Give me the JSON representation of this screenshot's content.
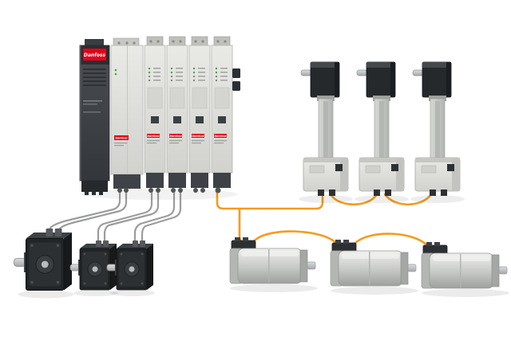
{
  "brand": {
    "name": "Danfoss",
    "logo_bg": "#E2001A",
    "logo_fg": "#FFFFFF"
  },
  "colors": {
    "cable_gray": "#9B9D9C",
    "cable_orange": "#F59B1E",
    "module_light": "#DCDDD9",
    "module_dark": "#3A3E43",
    "motor_black": "#26292B",
    "metal_silver": "#C9CBCD"
  },
  "rack": {
    "power_module": {
      "logo": "Danfoss"
    },
    "modules": [
      {
        "logo": "Danfoss"
      },
      {
        "logo": "Danfoss"
      },
      {
        "logo": "Danfoss"
      },
      {
        "logo": "Danfoss"
      },
      {
        "logo": "Danfoss"
      }
    ]
  },
  "groups": {
    "stepper_motors": 3,
    "vertical_servo_units": 3,
    "horizontal_servo_motors": 3
  }
}
